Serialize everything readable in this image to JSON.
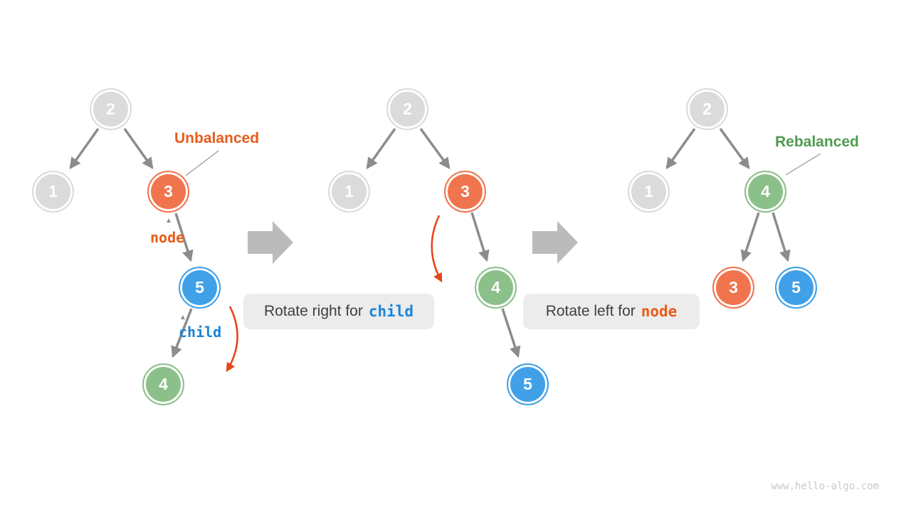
{
  "diagram": {
    "footer": "www.hello-algo.com",
    "annotations": {
      "unbalanced": "Unbalanced",
      "rebalanced": "Rebalanced",
      "node_label": "node",
      "child_label": "child",
      "caret": "▲"
    },
    "captions": {
      "rotate_right_prefix": "Rotate right for",
      "rotate_right_code": "child",
      "rotate_left_prefix": "Rotate left for",
      "rotate_left_code": "node"
    },
    "colors": {
      "gray_node": "#dbdbdb",
      "orange_node": "#f0744e",
      "blue_node": "#40a0e8",
      "green_node": "#8cc08a",
      "edge": "#8c8c8c",
      "block_arrow": "#bbbbbb",
      "rotation_arrow": "#e8451c",
      "label_orange": "#e85c1a",
      "label_blue": "#1a84d9",
      "label_green": "#4e9b50"
    },
    "trees": [
      {
        "name": "unbalanced",
        "nodes": [
          {
            "value": "2",
            "color": "gray"
          },
          {
            "value": "1",
            "color": "gray"
          },
          {
            "value": "3",
            "color": "orange"
          },
          {
            "value": "5",
            "color": "blue"
          },
          {
            "value": "4",
            "color": "green"
          }
        ],
        "edges": [
          [
            "2",
            "1"
          ],
          [
            "2",
            "3"
          ],
          [
            "3",
            "5"
          ],
          [
            "5",
            "4"
          ]
        ]
      },
      {
        "name": "after-right-rotation",
        "nodes": [
          {
            "value": "2",
            "color": "gray"
          },
          {
            "value": "1",
            "color": "gray"
          },
          {
            "value": "3",
            "color": "orange"
          },
          {
            "value": "4",
            "color": "green"
          },
          {
            "value": "5",
            "color": "blue"
          }
        ],
        "edges": [
          [
            "2",
            "1"
          ],
          [
            "2",
            "3"
          ],
          [
            "3",
            "4"
          ],
          [
            "4",
            "5"
          ]
        ]
      },
      {
        "name": "rebalanced",
        "nodes": [
          {
            "value": "2",
            "color": "gray"
          },
          {
            "value": "1",
            "color": "gray"
          },
          {
            "value": "4",
            "color": "green"
          },
          {
            "value": "3",
            "color": "orange"
          },
          {
            "value": "5",
            "color": "blue"
          }
        ],
        "edges": [
          [
            "2",
            "1"
          ],
          [
            "2",
            "4"
          ],
          [
            "4",
            "3"
          ],
          [
            "4",
            "5"
          ]
        ]
      }
    ]
  }
}
